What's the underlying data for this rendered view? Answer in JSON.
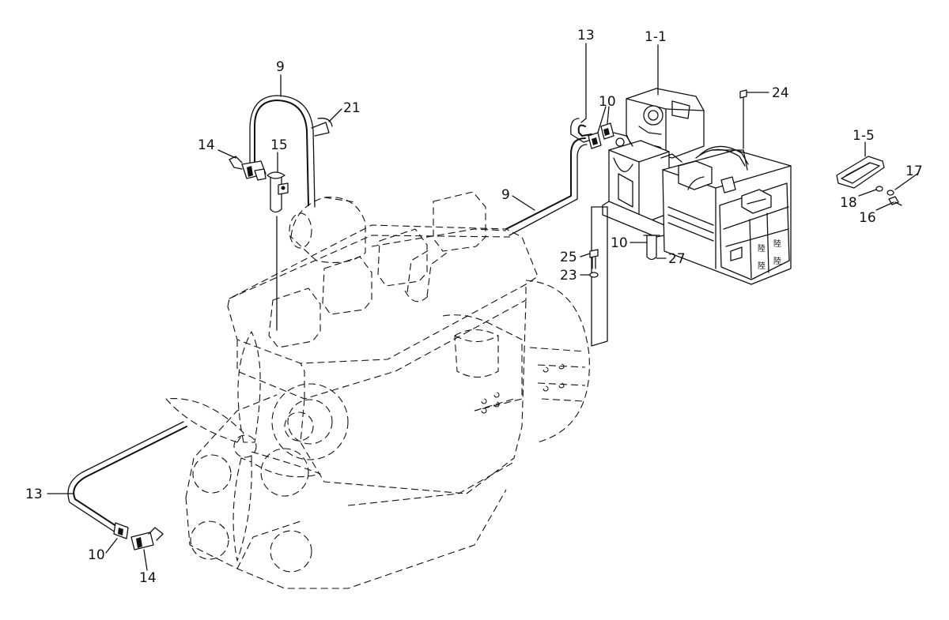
{
  "diagram": {
    "callouts": [
      {
        "id": "c-13-top",
        "label": "13"
      },
      {
        "id": "c-1-1",
        "label": "1-1"
      },
      {
        "id": "c-9-top",
        "label": "9"
      },
      {
        "id": "c-21",
        "label": "21"
      },
      {
        "id": "c-24",
        "label": "24"
      },
      {
        "id": "c-14-top",
        "label": "14"
      },
      {
        "id": "c-15",
        "label": "15"
      },
      {
        "id": "c-10-top",
        "label": "10"
      },
      {
        "id": "c-1-5",
        "label": "1-5"
      },
      {
        "id": "c-17",
        "label": "17"
      },
      {
        "id": "c-18",
        "label": "18"
      },
      {
        "id": "c-16",
        "label": "16"
      },
      {
        "id": "c-9-mid",
        "label": "9"
      },
      {
        "id": "c-10-mid",
        "label": "10"
      },
      {
        "id": "c-27",
        "label": "27"
      },
      {
        "id": "c-25",
        "label": "25"
      },
      {
        "id": "c-23",
        "label": "23"
      },
      {
        "id": "c-13-bottom",
        "label": "13"
      },
      {
        "id": "c-10-bottom",
        "label": "10"
      },
      {
        "id": "c-14-bottom",
        "label": "14"
      }
    ]
  }
}
